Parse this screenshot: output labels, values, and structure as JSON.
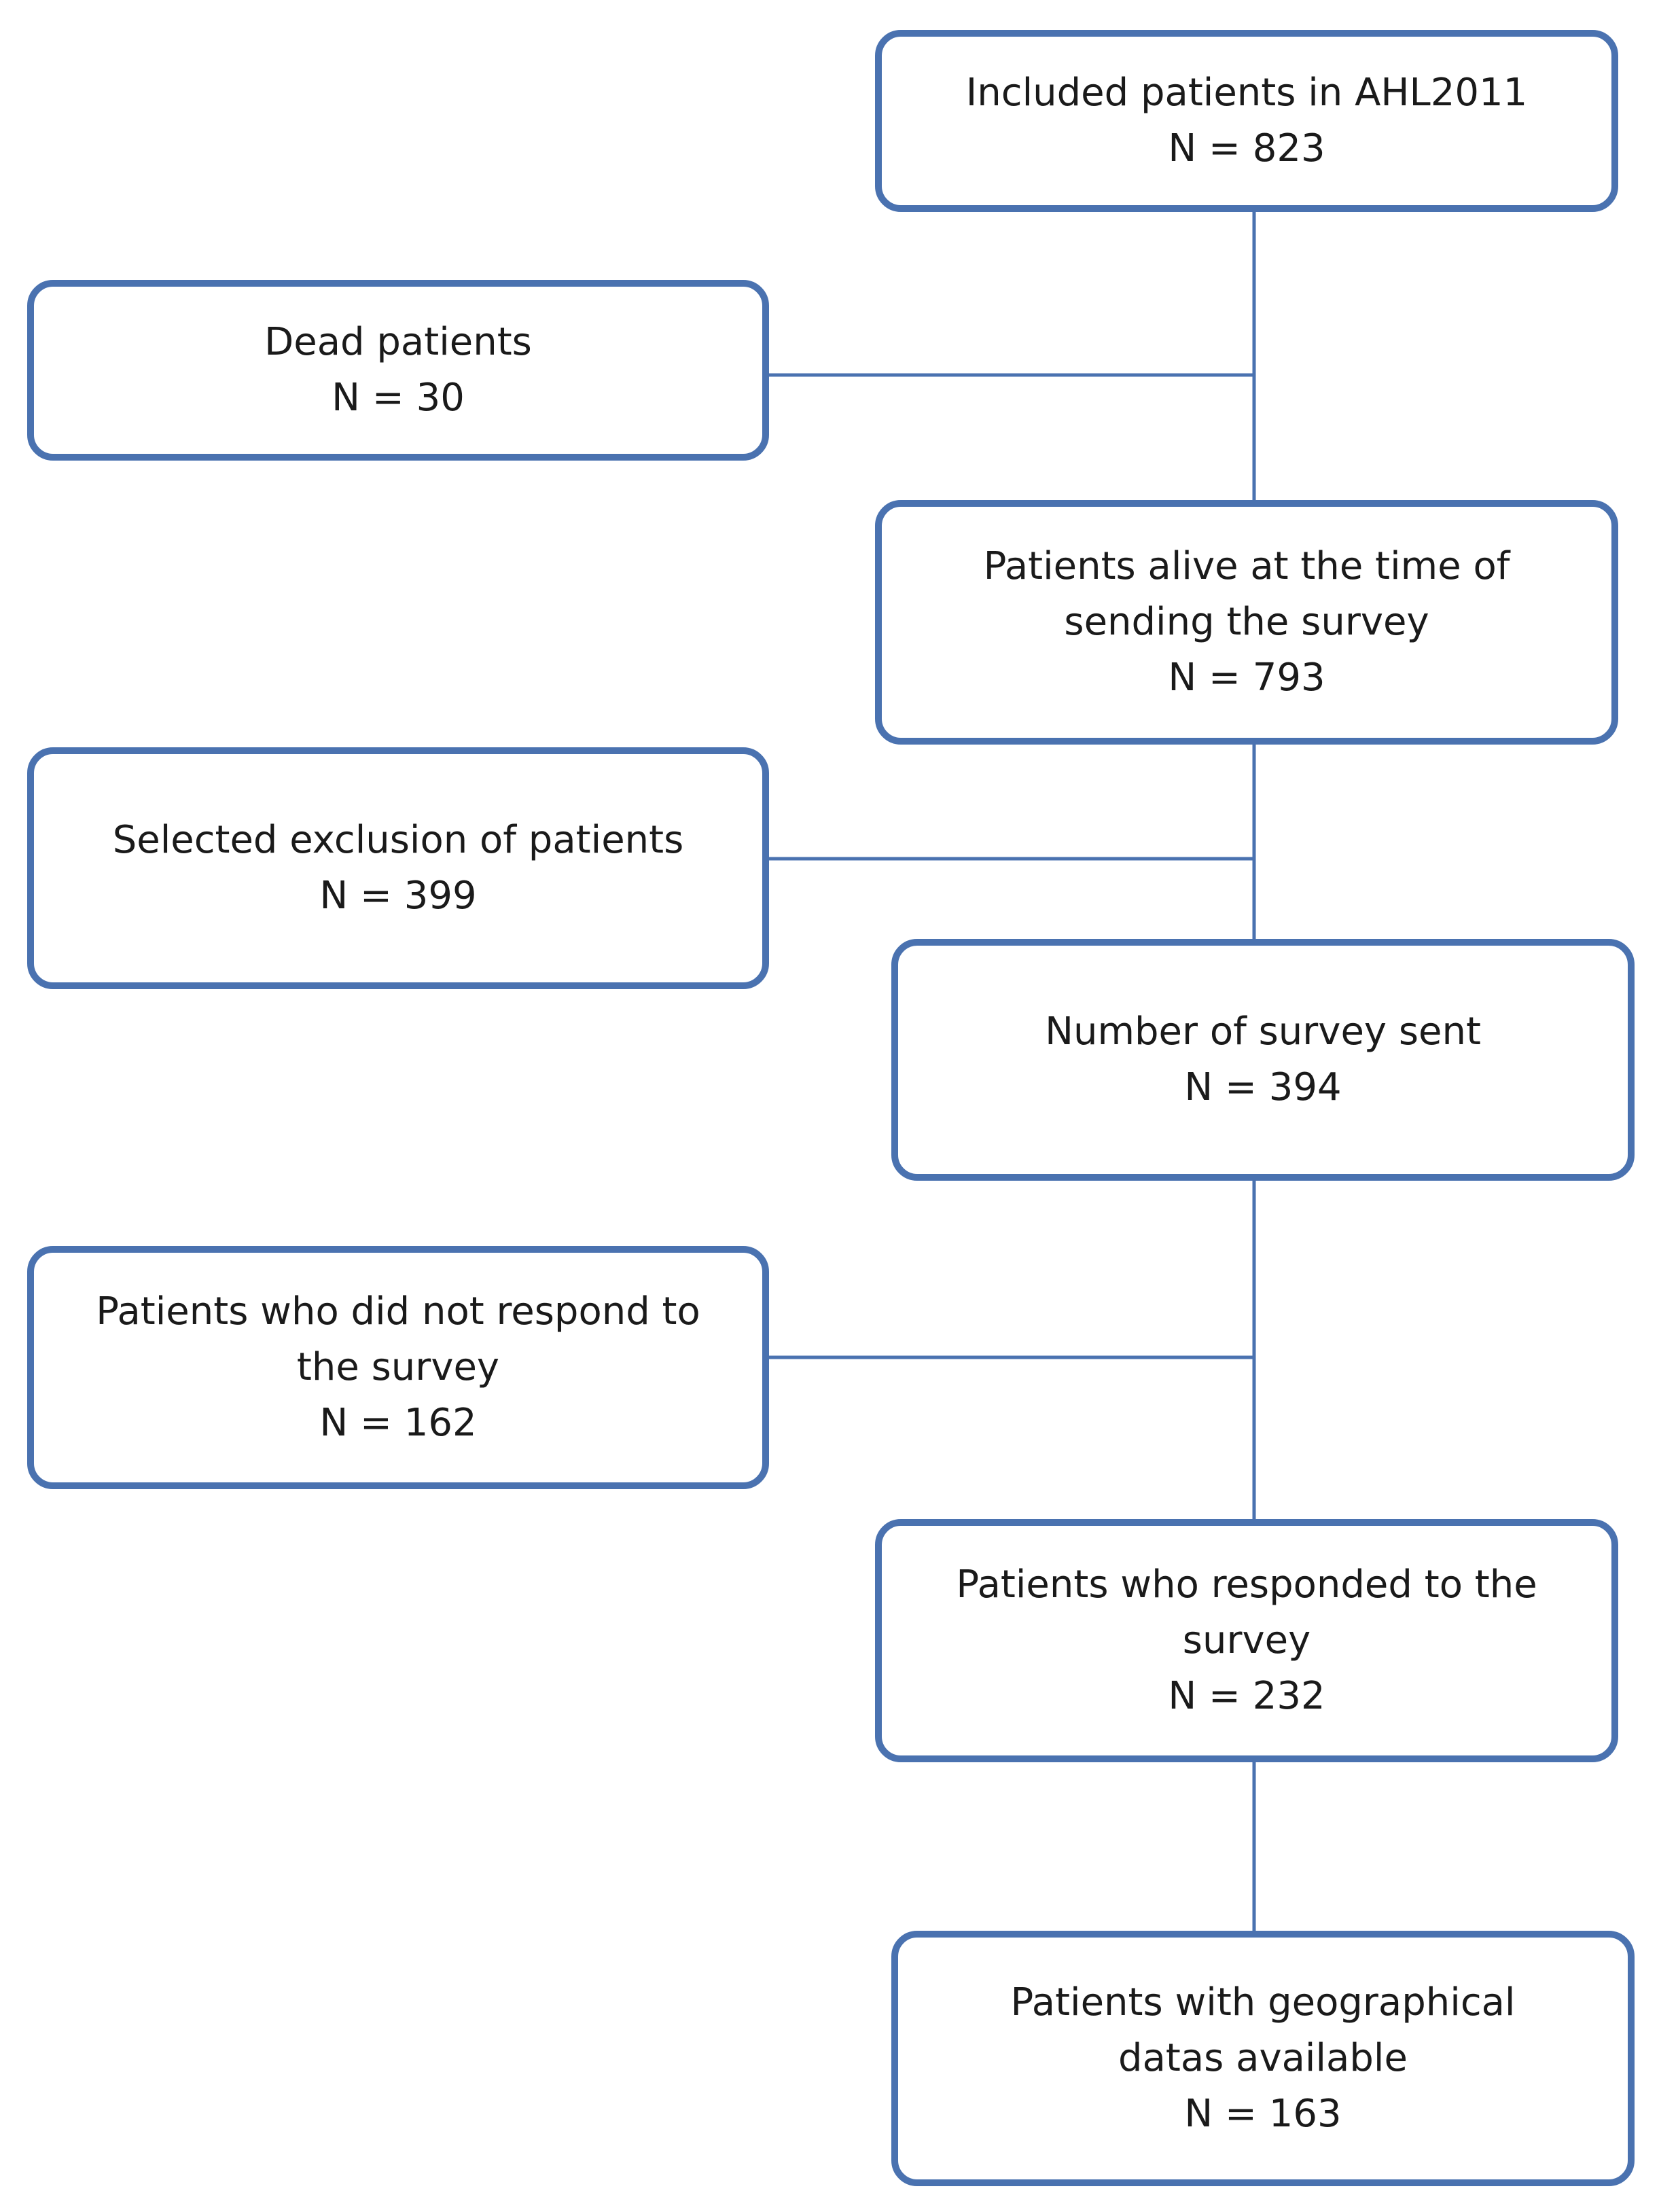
{
  "flowchart": {
    "included": {
      "label": "Included patients in AHL2011",
      "count": "N = 823"
    },
    "dead": {
      "label": "Dead patients",
      "count": "N = 30"
    },
    "alive": {
      "label_line1": "Patients alive at the time of",
      "label_line2": "sending the survey",
      "count": "N = 793"
    },
    "excluded": {
      "label": "Selected exclusion of patients",
      "count": "N = 399"
    },
    "sent": {
      "label": "Number of survey sent",
      "count": "N = 394"
    },
    "no_response": {
      "label_line1": "Patients who did not respond to",
      "label_line2": "the survey",
      "count": "N = 162"
    },
    "responded": {
      "label_line1": "Patients who responded to the",
      "label_line2": "survey",
      "count": "N = 232"
    },
    "geo": {
      "label_line1": "Patients with geographical",
      "label_line2": "datas available",
      "count": "N = 163"
    }
  },
  "colors": {
    "box_border": "#4a72b0",
    "connector": "#4a72b0",
    "text": "#1a1a1a",
    "background": "#ffffff"
  }
}
